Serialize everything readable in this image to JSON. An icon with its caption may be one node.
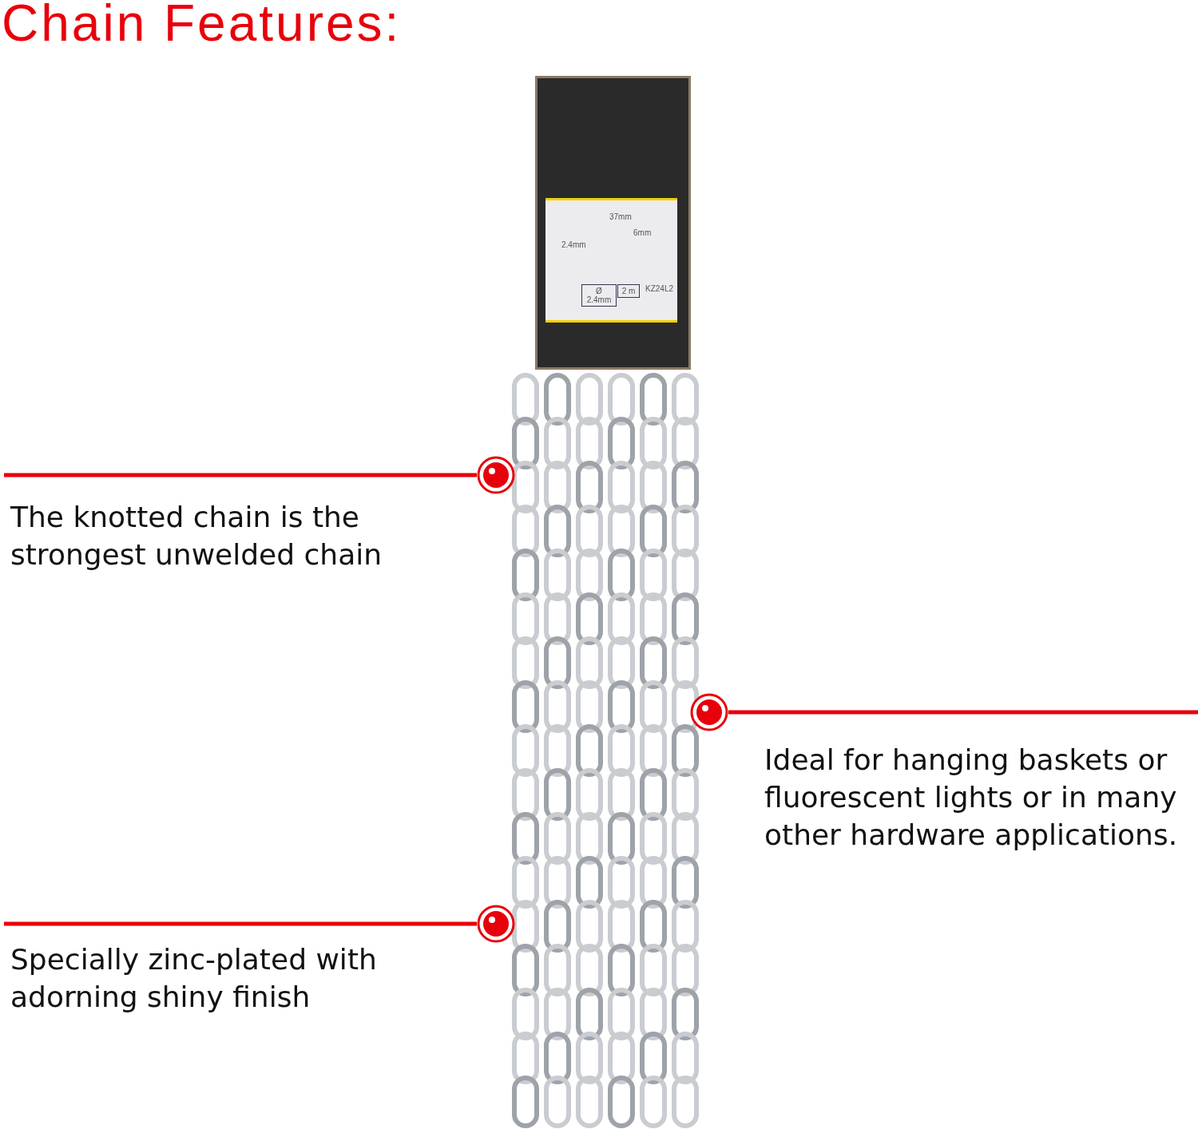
{
  "diagram": {
    "title": "Chain Features:",
    "nodes": [
      {
        "text": [
          "The knotted chain is the strongest unwelded chain"
        ]
      },
      {
        "text": [
          "Ideal for hanging baskets or fluorescent lights or in many other hardware applications."
        ]
      },
      {
        "text": [
          "Specially zinc-plated with adorning shiny finish"
        ]
      },
      {
        "text": [],
        "shape": "circle"
      },
      {
        "text": [],
        "shape": "circle"
      },
      {
        "text": [],
        "shape": "circle"
      }
    ],
    "edges": [
      {
        "from": 0,
        "to": 3,
        "arrow": "none",
        "color": "#e8000b"
      },
      {
        "from": 1,
        "to": 4,
        "arrow": "none",
        "color": "#e8000b"
      },
      {
        "from": 2,
        "to": 5,
        "arrow": "none",
        "color": "#e8000b"
      }
    ],
    "labels": [
      "37mm",
      "2.4mm",
      "6mm",
      "Ø 2.4mm",
      "2 m",
      "KZ24L2"
    ]
  }
}
